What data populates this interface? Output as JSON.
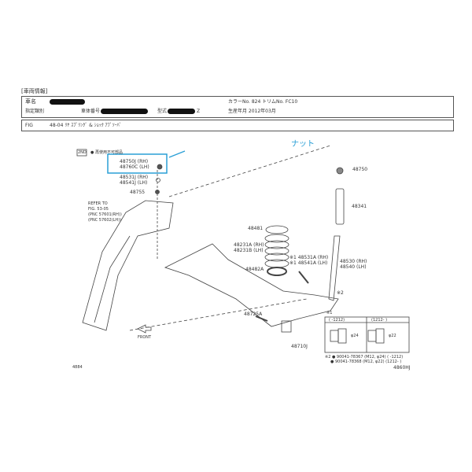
{
  "header": {
    "section_label": "[車両情報]",
    "car_name_label": "車名",
    "color_label": "カラーNo. 824",
    "trim_label": "トリムNo. FC10",
    "designation_label": "指定類別",
    "body_no_label": "車体番号",
    "model_label": "型式",
    "model_suffix": "Z",
    "production_label": "生産年月 2012年03月"
  },
  "fig": {
    "code": "FIG",
    "title": "48-04 ﾘﾔ ｽﾌﾟﾘﾝｸﾞ & ｼｮｯｸ ｱﾌﾞｿｰﾊﾞ"
  },
  "annotation": {
    "handwritten": "ナット",
    "color": "#2a9fd6"
  },
  "legend": {
    "badge": "2ND",
    "text": "● 再使用不可部品"
  },
  "parts": {
    "p48750J": "48750J (RH)",
    "p48760C": "48760C (LH)",
    "p48531J": "48531J (RH)",
    "p48541J": "48541J (LH)",
    "p48755": "48755",
    "refer": [
      "REFER TO",
      "FIG. 53-05",
      "(PNC 57601(RH))",
      "(PNC 57602(LH))"
    ],
    "p48750": "48750",
    "p48341": "48341",
    "p48481": "48481",
    "p48231A": "48231A (RH)",
    "p48231B": "48231B (LH)",
    "p48531A": "※1 48531A (RH)",
    "p48541A": "※1 48541A (LH)",
    "p48530": "48530 (RH)",
    "p48540": "48540 (LH)",
    "p48482A": "48482A",
    "note2": "※2",
    "p48725A": "48725A",
    "p48710J": "48710J",
    "front": "FRONT"
  },
  "table": {
    "note": "※1",
    "col1": "(    -1212)",
    "col2": "(1212-    )",
    "dim1": "φ24",
    "dim2": "φ22",
    "rows": [
      "※2 ● 90041-78367 (M12, φ24) (    -1212)",
      "● 90041-78368 (M12, φ22) (1212-    )"
    ]
  },
  "footer": {
    "left": "4884",
    "right": "4860HJ"
  }
}
